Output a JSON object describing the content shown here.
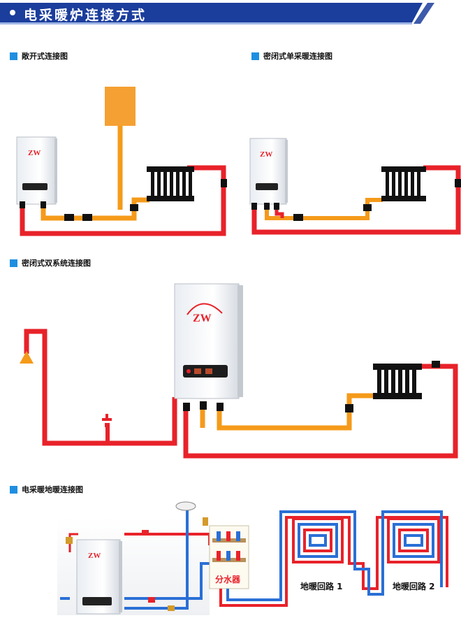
{
  "banner": {
    "title": "电采暖炉连接方式"
  },
  "sections": [
    {
      "title": "敞开式连接图"
    },
    {
      "title": "密闭式单采暖连接图"
    },
    {
      "title": "密闭式双系统连接图"
    },
    {
      "title": "电采暖地暖连接图"
    }
  ],
  "labels": {
    "manifold": "分水器",
    "loop1": "地暖回路 1",
    "loop2": "地暖回路 2"
  },
  "colors": {
    "banner": "#1b3d9c",
    "accent": "#1e8fe0",
    "hot_pipe": "#e8222a",
    "return_pipe": "#f59a1a",
    "cold_pipe": "#2a6fd6",
    "tank": "#f5a032"
  }
}
